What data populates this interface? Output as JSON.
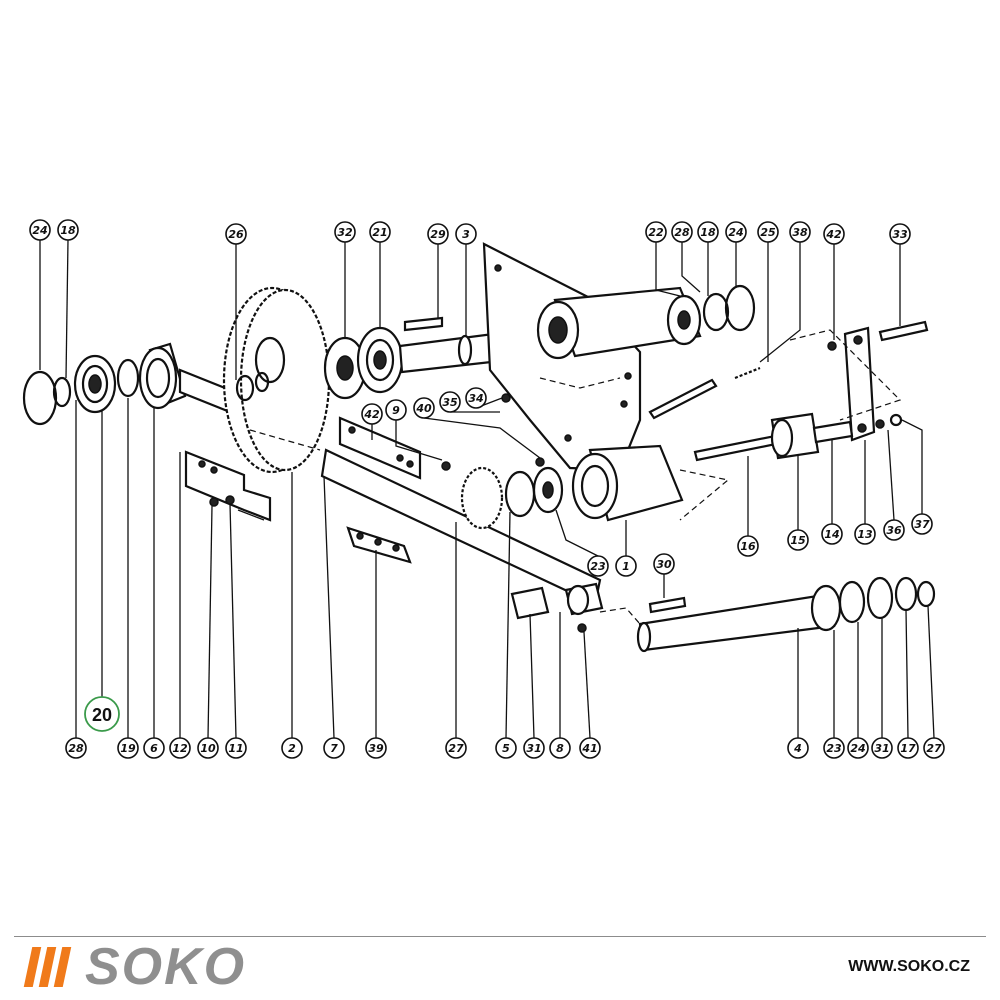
{
  "diagram": {
    "callouts_top": [
      "24",
      "18",
      "26",
      "32",
      "21",
      "29",
      "3",
      "22",
      "28",
      "18",
      "24",
      "25",
      "38",
      "42",
      "33"
    ],
    "callouts_mid": [
      "42",
      "9",
      "40",
      "35",
      "34"
    ],
    "callouts_right": [
      "16",
      "15",
      "14",
      "13",
      "36",
      "37",
      "23",
      "1",
      "30"
    ],
    "callouts_bottom": [
      "28",
      "19",
      "6",
      "12",
      "10",
      "11",
      "2",
      "7",
      "39",
      "27",
      "5",
      "31",
      "8",
      "41",
      "4",
      "23",
      "24",
      "31",
      "17",
      "27"
    ],
    "highlight": "20"
  },
  "footer": {
    "logo": "SOKO",
    "url": "WWW.SOKO.CZ"
  },
  "colors": {
    "accent": "#f07a1a",
    "logo_gray": "#8f8f8f",
    "highlight_ring": "#3a9a4a"
  }
}
